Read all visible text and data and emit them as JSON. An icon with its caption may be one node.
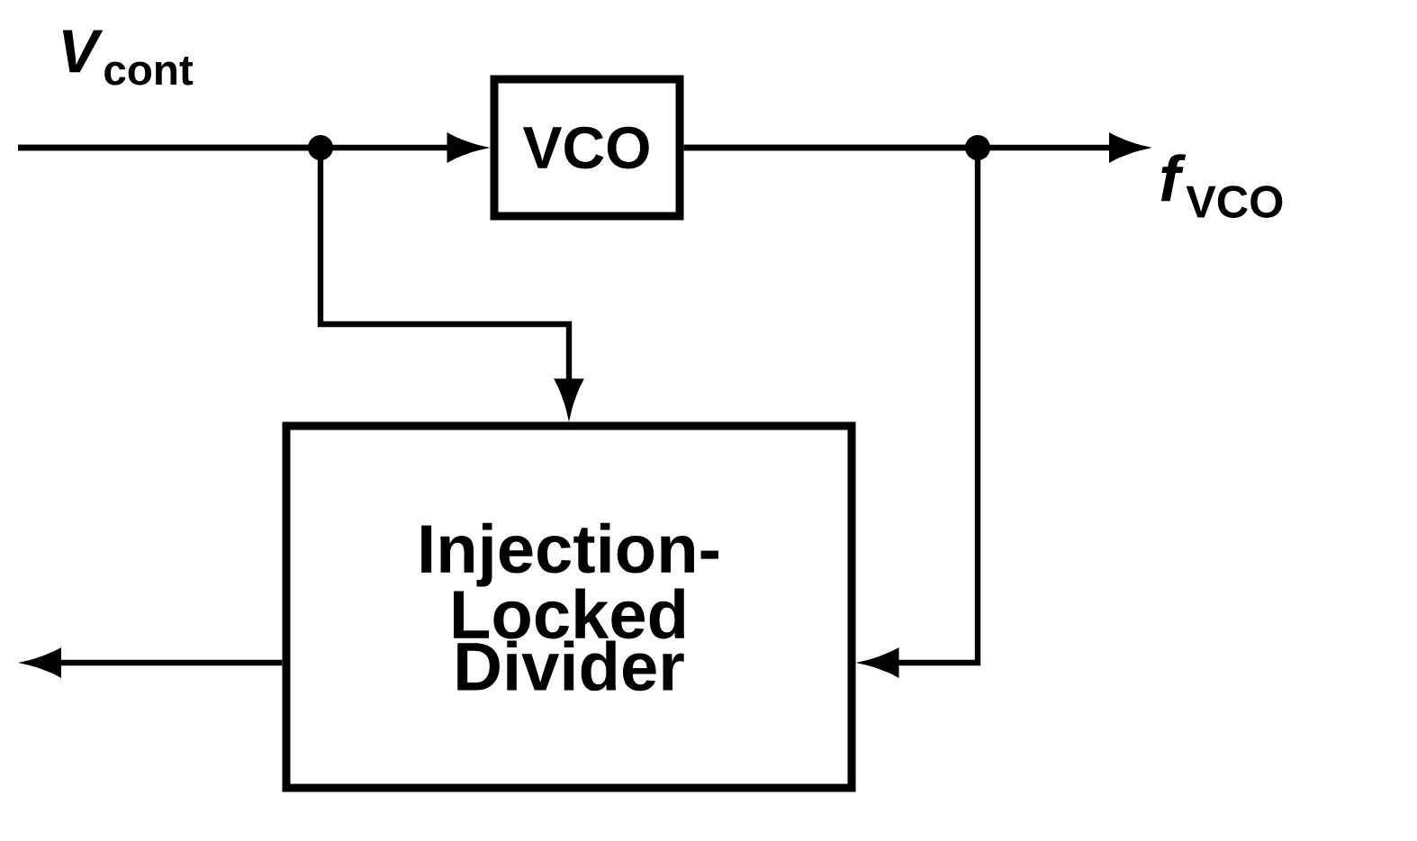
{
  "diagram": {
    "nodes": [
      {
        "text": [
          "VCO"
        ]
      },
      {
        "text": [
          "Injection-Locked Divider"
        ]
      },
      {
        "text": [
          "*f*$_{VCO}$"
        ]
      }
    ],
    "edges": [
      {
        "from": null,
        "to": 0,
        "arrow": "to",
        "label": "*V*$_{cont}$"
      },
      {
        "from": null,
        "to": 1,
        "arrow": "to"
      },
      {
        "from": 0,
        "to": 2,
        "arrow": "to"
      },
      {
        "from": 0,
        "to": 1,
        "arrow": "to"
      },
      {
        "from": 1,
        "to": null,
        "arrow": "to"
      }
    ]
  }
}
